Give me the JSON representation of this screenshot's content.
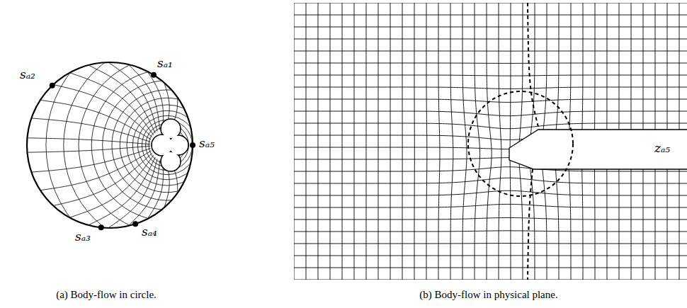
{
  "diagram": {
    "labels": [
      "sₐ₁",
      "sₐ₂",
      "sₐ₃",
      "sₐ₄",
      "sₐ₅",
      "zₐ₅",
      "(a) Body-flow in circle.",
      "(b) Body-flow in physical plane."
    ]
  }
}
